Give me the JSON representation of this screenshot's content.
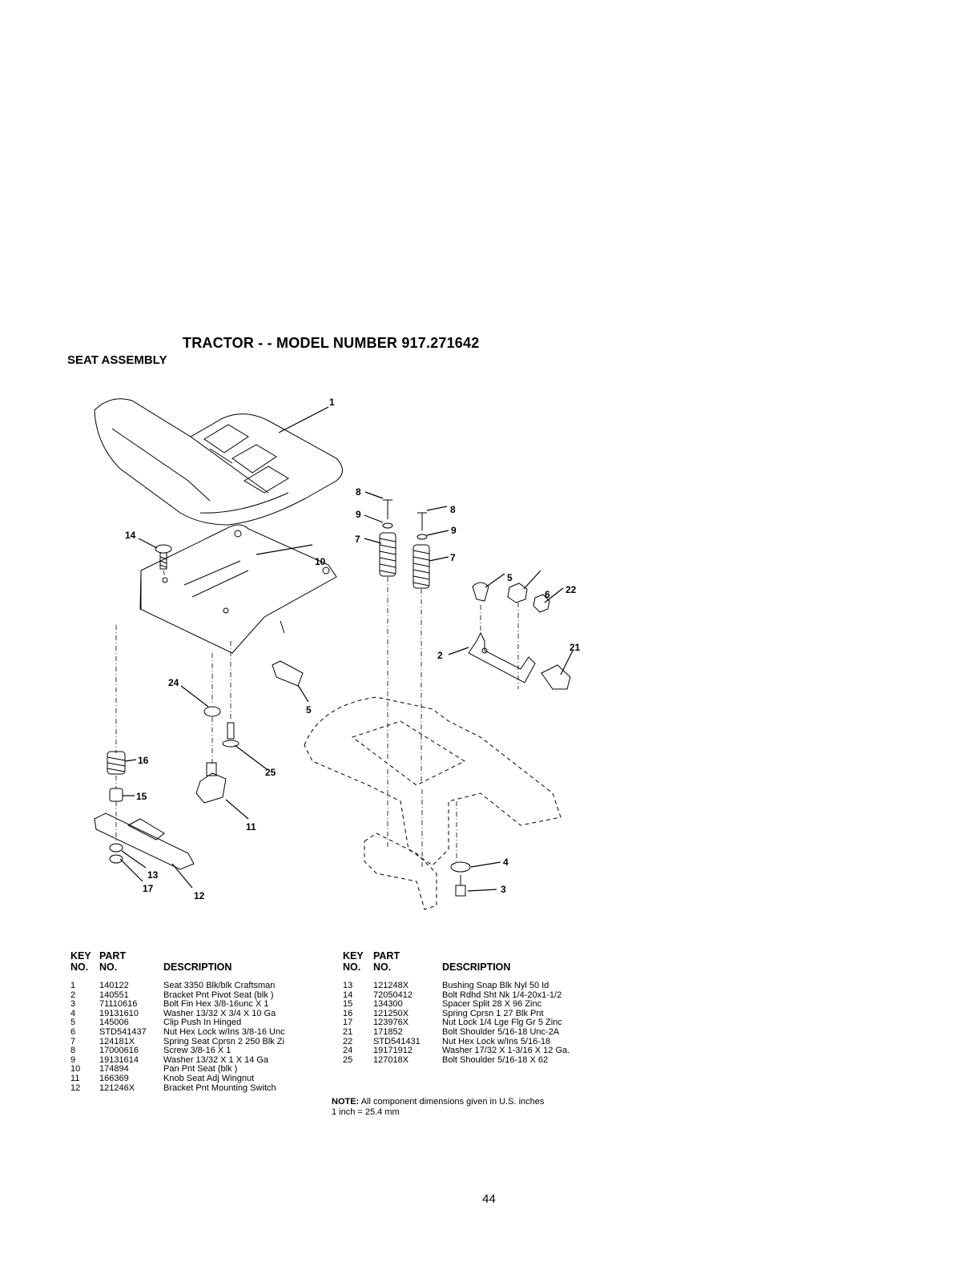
{
  "header": {
    "title": "TRACTOR - - MODEL NUMBER 917.271642",
    "section": "SEAT ASSEMBLY"
  },
  "diagram_labels": [
    "1",
    "14",
    "10",
    "8",
    "9",
    "7",
    "8",
    "9",
    "7",
    "5",
    "6",
    "22",
    "2",
    "21",
    "24",
    "5",
    "16",
    "25",
    "15",
    "11",
    "13",
    "17",
    "12",
    "4",
    "3"
  ],
  "table_headers": {
    "key": "KEY",
    "part": "PART",
    "no_key": "NO.",
    "no_part": "NO.",
    "description": "DESCRIPTION"
  },
  "parts_left": [
    {
      "key": "1",
      "part": "140122",
      "desc": "Seat 3350 Blk/blk Craftsman"
    },
    {
      "key": "2",
      "part": "140551",
      "desc": "Bracket Pnt Pivot Seat (blk )"
    },
    {
      "key": "3",
      "part": "71110616",
      "desc": "Bolt Fin Hex 3/8-16unc X 1"
    },
    {
      "key": "4",
      "part": "19131610",
      "desc": "Washer 13/32 X 3/4 X 10 Ga"
    },
    {
      "key": "5",
      "part": "145006",
      "desc": "Clip Push In Hinged"
    },
    {
      "key": "6",
      "part": "STD541437",
      "desc": "Nut Hex Lock w/Ins 3/8-16 Unc"
    },
    {
      "key": "7",
      "part": "124181X",
      "desc": "Spring Seat Cprsn 2 250 Blk Zi"
    },
    {
      "key": "8",
      "part": "17000616",
      "desc": "Screw 3/8-16 X 1"
    },
    {
      "key": "9",
      "part": "19131614",
      "desc": "Washer 13/32 X 1 X 14 Ga"
    },
    {
      "key": "10",
      "part": "174894",
      "desc": "Pan Pnt Seat (blk )"
    },
    {
      "key": "11",
      "part": "166369",
      "desc": "Knob Seat Adj Wingnut"
    },
    {
      "key": "12",
      "part": "121246X",
      "desc": "Bracket Pnt Mounting Switch"
    }
  ],
  "parts_right": [
    {
      "key": "13",
      "part": "121248X",
      "desc": "Bushing Snap Blk Nyl 50 Id"
    },
    {
      "key": "14",
      "part": "72050412",
      "desc": "Bolt Rdhd Sht Nk 1/4-20x1-1/2"
    },
    {
      "key": "15",
      "part": "134300",
      "desc": "Spacer Split 28 X 96 Zinc"
    },
    {
      "key": "16",
      "part": "121250X",
      "desc": "Spring Cprsn 1 27 Blk Pnt"
    },
    {
      "key": "17",
      "part": "123976X",
      "desc": "Nut Lock 1/4 Lge Flg Gr 5 Zinc"
    },
    {
      "key": "21",
      "part": "171852",
      "desc": "Bolt Shoulder 5/16-18 Unc-2A"
    },
    {
      "key": "22",
      "part": "STD541431",
      "desc": "Nut Hex Lock w/Ins 5/16-18"
    },
    {
      "key": "24",
      "part": "19171912",
      "desc": "Washer 17/32 X 1-3/16 X 12 Ga."
    },
    {
      "key": "25",
      "part": "127018X",
      "desc": "Bolt Shoulder 5/16-18 X 62"
    }
  ],
  "note": {
    "label": "NOTE:",
    "text": "All component dimensions given in U.S. inches",
    "line2": "1 inch = 25.4 mm"
  },
  "page_number": "44"
}
